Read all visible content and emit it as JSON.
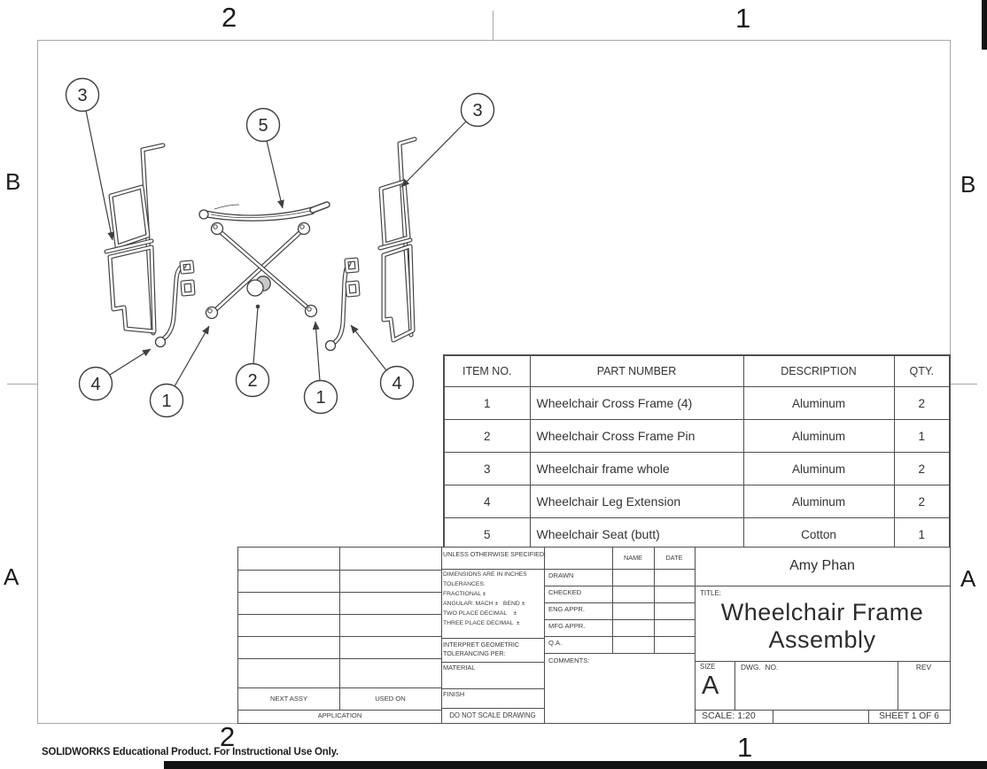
{
  "zones": {
    "top_left": "2",
    "top_right": "1",
    "bottom_left": "2",
    "bottom_right": "1",
    "left_upper": "B",
    "left_lower": "A",
    "right_upper": "B",
    "right_lower": "A"
  },
  "balloons": [
    {
      "label": "3"
    },
    {
      "label": "5"
    },
    {
      "label": "3"
    },
    {
      "label": "4"
    },
    {
      "label": "1"
    },
    {
      "label": "2"
    },
    {
      "label": "1"
    },
    {
      "label": "4"
    }
  ],
  "bom": {
    "headers": [
      "ITEM NO.",
      "PART NUMBER",
      "DESCRIPTION",
      "QTY."
    ],
    "rows": [
      {
        "item": "1",
        "part": "Wheelchair Cross Frame (4)",
        "desc": "Aluminum",
        "qty": "2"
      },
      {
        "item": "2",
        "part": "Wheelchair Cross Frame Pin",
        "desc": "Aluminum",
        "qty": "1"
      },
      {
        "item": "3",
        "part": "Wheelchair frame whole",
        "desc": "Aluminum",
        "qty": "2"
      },
      {
        "item": "4",
        "part": "Wheelchair Leg Extension",
        "desc": "Aluminum",
        "qty": "2"
      },
      {
        "item": "5",
        "part": "Wheelchair Seat (butt)",
        "desc": "Cotton",
        "qty": "1"
      }
    ]
  },
  "title_block": {
    "author": "Amy Phan",
    "title_label": "TITLE:",
    "title_line1": "Wheelchair Frame",
    "title_line2": "Assembly",
    "size_label": "SIZE",
    "size_value": "A",
    "dwg_label": "DWG.  NO.",
    "rev_label": "REV",
    "scale": "SCALE: 1:20",
    "sheet": "SHEET 1 OF 6",
    "name_col": "NAME",
    "date_col": "DATE",
    "approvals": [
      "DRAWN",
      "CHECKED",
      "ENG APPR.",
      "MFG APPR.",
      "Q.A."
    ],
    "comments_label": "COMMENTS:",
    "tolerance": {
      "header": "UNLESS OTHERWISE SPECIFIED:",
      "lines": [
        "DIMENSIONS ARE IN INCHES",
        "TOLERANCES:",
        "FRACTIONAL ±",
        "ANGULAR: MACH ±   BEND ±",
        "TWO PLACE DECIMAL    ±",
        "THREE PLACE DECIMAL  ±"
      ],
      "interpret1": "INTERPRET GEOMETRIC",
      "interpret2": "TOLERANCING PER:",
      "material": "MATERIAL",
      "finish": "FINISH",
      "do_not_scale": "DO NOT SCALE DRAWING"
    },
    "application": {
      "next_assy": "NEXT ASSY",
      "used_on": "USED ON",
      "application": "APPLICATION"
    }
  },
  "footer": {
    "text": "SOLIDWORKS Educational Product. For Instructional Use Only."
  }
}
